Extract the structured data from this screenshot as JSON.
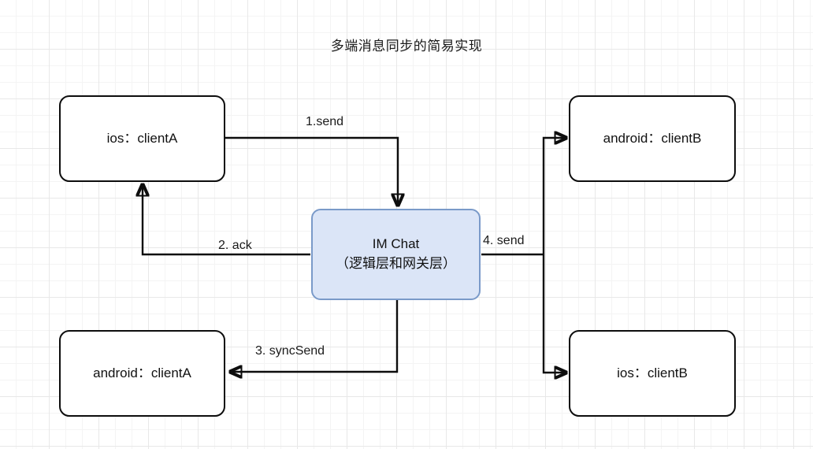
{
  "diagram": {
    "title": "多端消息同步的简易实现",
    "background": "#ffffff",
    "grid_minor_color": "#f4f4f4",
    "grid_major_color": "#e8e8e8",
    "node_border_color": "#0d0d0d",
    "accent_fill": "#dbe5f7",
    "accent_border": "#7a9ac9",
    "nodes": [
      {
        "id": "ios-client-a",
        "label": "ios：clientA",
        "line2": ""
      },
      {
        "id": "android-client-b",
        "label": "android：clientB",
        "line2": ""
      },
      {
        "id": "im-chat",
        "label": "IM Chat",
        "line2": "（逻辑层和网关层）"
      },
      {
        "id": "android-client-a",
        "label": "android：clientA",
        "line2": ""
      },
      {
        "id": "ios-client-b",
        "label": "ios：clientB",
        "line2": ""
      }
    ],
    "edges": [
      {
        "id": "edge-1",
        "label": "1.send",
        "from": "ios-client-a",
        "to": "im-chat"
      },
      {
        "id": "edge-2",
        "label": "2. ack",
        "from": "im-chat",
        "to": "ios-client-a"
      },
      {
        "id": "edge-3",
        "label": "3. syncSend",
        "from": "im-chat",
        "to": "android-client-a"
      },
      {
        "id": "edge-4",
        "label": "4. send",
        "from": "im-chat",
        "to": "android-client-b / ios-client-b"
      }
    ]
  }
}
